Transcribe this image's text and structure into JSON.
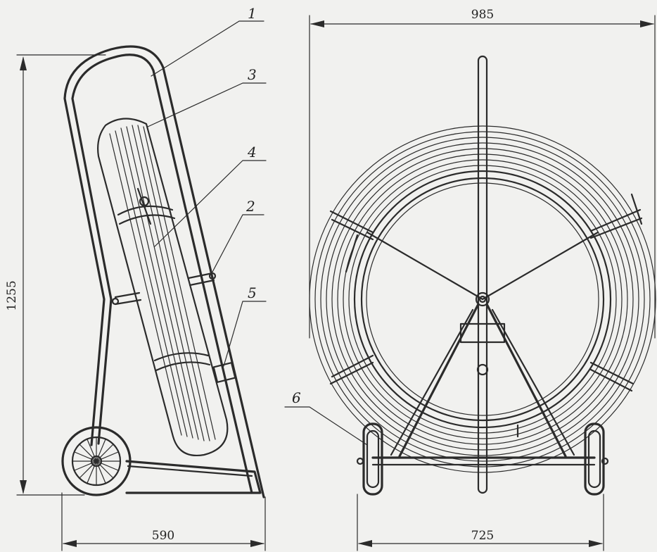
{
  "dimensions": {
    "overall_width_front": "985",
    "height_side": "1255",
    "base_width_side": "590",
    "wheel_track_front": "725"
  },
  "callouts": [
    "1",
    "2",
    "3",
    "4",
    "5",
    "6"
  ]
}
